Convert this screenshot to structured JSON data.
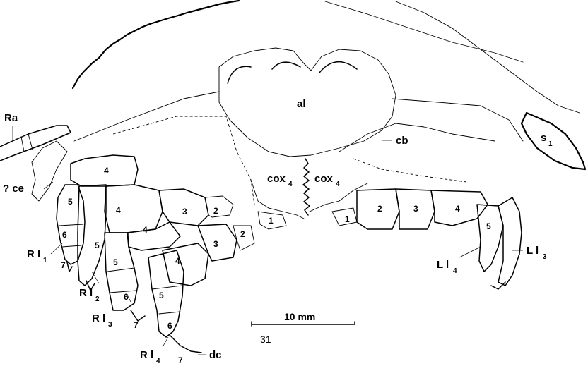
{
  "labels": {
    "ra": "Ra",
    "ce": "? ce",
    "al": "al",
    "cb": "cb",
    "s1_main": "s",
    "s1_sub": "1",
    "cox_left_main": "cox",
    "cox_left_sub": "4",
    "cox_right_main": "cox",
    "cox_right_sub": "4",
    "rl1_main": "R l",
    "rl1_sub": "1",
    "rl2_main": "R l",
    "rl2_sub": "2",
    "rl3_main": "R l",
    "rl3_sub": "3",
    "rl4_main": "R l",
    "rl4_sub": "4",
    "ll3_main": "L l",
    "ll3_sub": "3",
    "ll4_main": "L l",
    "ll4_sub": "4",
    "dc": "dc"
  },
  "segment_numbers": {
    "rl1": [
      "5",
      "6",
      "7"
    ],
    "rl2": [
      "4",
      "5"
    ],
    "rl3": [
      "4",
      "5",
      "6",
      "7"
    ],
    "rl4": [
      "4",
      "5",
      "6",
      "7"
    ],
    "upper_4": "4",
    "right_middle": [
      "3",
      "2",
      "2",
      "1"
    ],
    "left_legs": [
      "1",
      "2",
      "3",
      "4",
      "5"
    ]
  },
  "scale_bar": {
    "label": "10 mm"
  },
  "figure_number": "31"
}
